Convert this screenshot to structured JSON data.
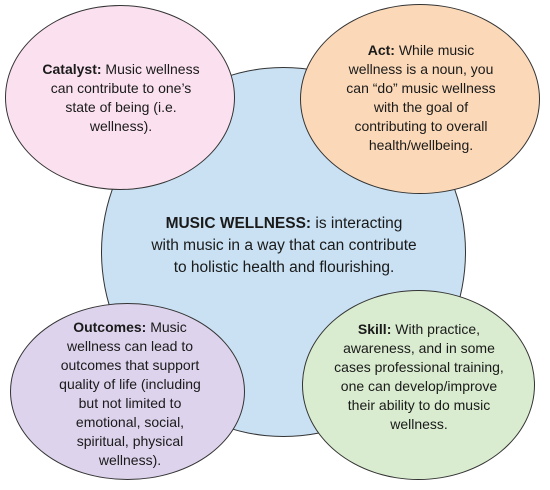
{
  "colors": {
    "center_fill": "#c9e1f3",
    "catalyst_fill": "#fbe1ef",
    "act_fill": "#fbd9b8",
    "outcomes_fill": "#ddd3ec",
    "skill_fill": "#d9eccf",
    "outline": "#333333"
  },
  "center": {
    "term": "MUSIC WELLNESS:",
    "text": " is interacting with music in a way that can contribute to holistic health and flourishing."
  },
  "catalyst": {
    "term": "Catalyst:",
    "text": " Music wellness can contribute to one’s state of being (i.e. wellness)."
  },
  "act": {
    "term": "Act:",
    "text": " While music wellness is a noun, you can “do” music wellness with the goal of contributing to overall health/wellbeing."
  },
  "outcomes": {
    "term": "Outcomes:",
    "text": " Music wellness can lead to outcomes that support quality of life (including but not limited to emotional, social, spiritual, physical wellness)."
  },
  "skill": {
    "term": "Skill:",
    "text": " With practice, awareness, and in some cases professional training, one can develop/improve their ability to do music wellness."
  }
}
